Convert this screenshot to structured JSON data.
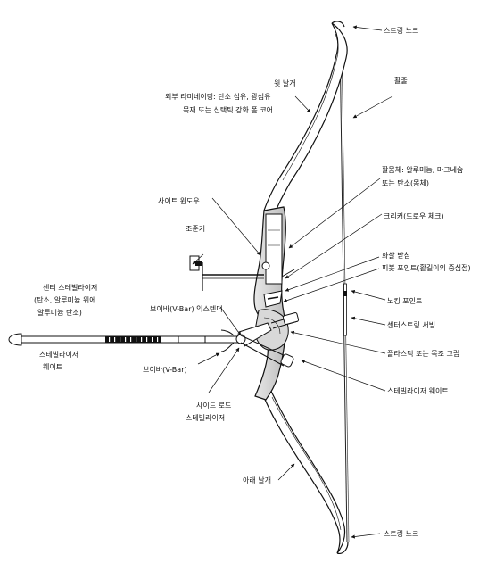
{
  "labels": {
    "top_nock": "스트링 노크",
    "bowstring": "활줄",
    "upper_limb": "윗 날개",
    "limb_lamination": "외부 라미네이팅: 탄소 섬유, 광섬유",
    "limb_core": "목재 또는 신택틱 강화 폼 코어",
    "riser_material_1": "활몸체: 알루미늄, 마그네슘",
    "riser_material_2": "또는 탄소(몸체)",
    "sight_window": "사이트 윈도우",
    "clicker": "크리커(드로우 체크)",
    "sight": "조준기",
    "arrow_rest": "화살 받침",
    "pivot_point": "피봇 포인트(활길이의 중심점)",
    "center_stab_1": "센터 스테빌라이저",
    "center_stab_2": "(탄소, 알루미늄 위에",
    "center_stab_3": "알루미늄 탄소)",
    "nocking_point": "노킹 포인트",
    "vbar_extender": "브이바(V-Bar) 익스텐더",
    "center_serving": "센터스트링 서빙",
    "stab_weight_left_1": "스테빌라이저",
    "stab_weight_left_2": "웨이트",
    "grip": "플라스틱 또는 목조 그립",
    "vbar": "브이바(V-Bar)",
    "stab_weight_right": "스테빌라이저 웨이트",
    "side_rod_1": "사이드 로드",
    "side_rod_2": "스테빌라이저",
    "lower_limb": "아래 날개",
    "bottom_nock": "스트링 노크"
  },
  "colors": {
    "ink": "#111111",
    "paper": "#ffffff",
    "shade": "#cfcfcf"
  }
}
